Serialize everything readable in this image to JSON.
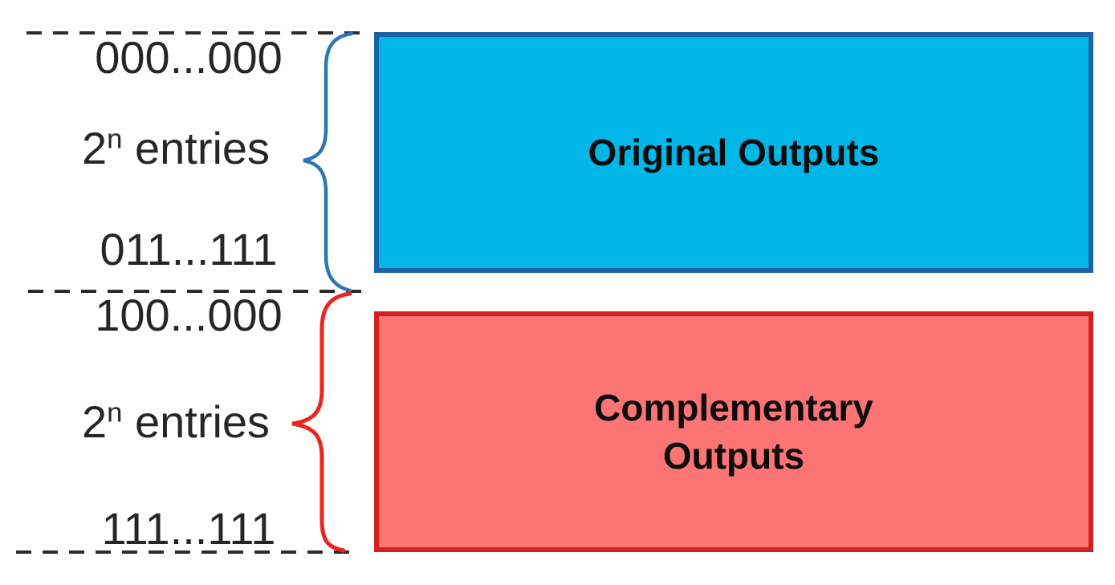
{
  "diagram": {
    "kind": "memory-address-map",
    "left_column": {
      "original_start_address": "000...000",
      "original_end_address": "011...111",
      "complementary_start_address": "100...000",
      "complementary_end_address": "111...111",
      "entries_label": {
        "base": "2",
        "exponent": "n",
        "suffix": " entries"
      }
    },
    "blocks": {
      "original": {
        "label": "Original Outputs",
        "fill_color": "#00b7e8",
        "border_color": "#1a64a6"
      },
      "complementary": {
        "label_line1": "Complementary",
        "label_line2": "Outputs",
        "fill_color": "#fc7474",
        "border_color": "#d41f1f"
      }
    },
    "braces": {
      "original_color": "#2e75b6",
      "complementary_color": "#e8281e"
    },
    "boundary_line_color": "#2b2b2b"
  }
}
